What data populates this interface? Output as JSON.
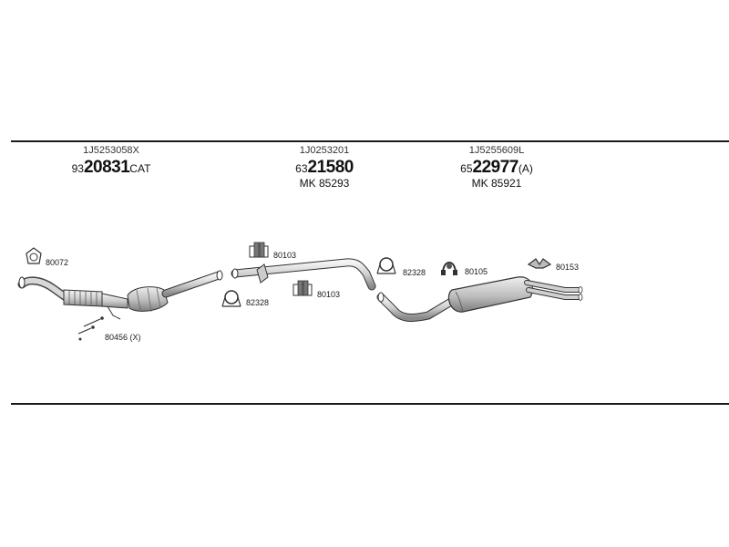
{
  "sections": [
    {
      "oe_number": "1J5253058X",
      "prefix": "93",
      "main": "20831",
      "suffix": "CAT",
      "mk": ""
    },
    {
      "oe_number": "1J0253201",
      "prefix": "63",
      "main": "21580",
      "suffix": "",
      "mk": "MK 85293"
    },
    {
      "oe_number": "1J5255609L",
      "prefix": "65",
      "main": "22977",
      "suffix": "(A)",
      "mk": "MK 85921"
    }
  ],
  "parts": {
    "gasket_80072": "80072",
    "clamp_kit_80456": "80456 (X)",
    "hanger_80103_upper": "80103",
    "hanger_80103_lower": "80103",
    "clamp_82328_left": "82328",
    "clamp_82328_right": "82328",
    "rubber_mount_80105": "80105",
    "bracket_80153": "80153"
  }
}
